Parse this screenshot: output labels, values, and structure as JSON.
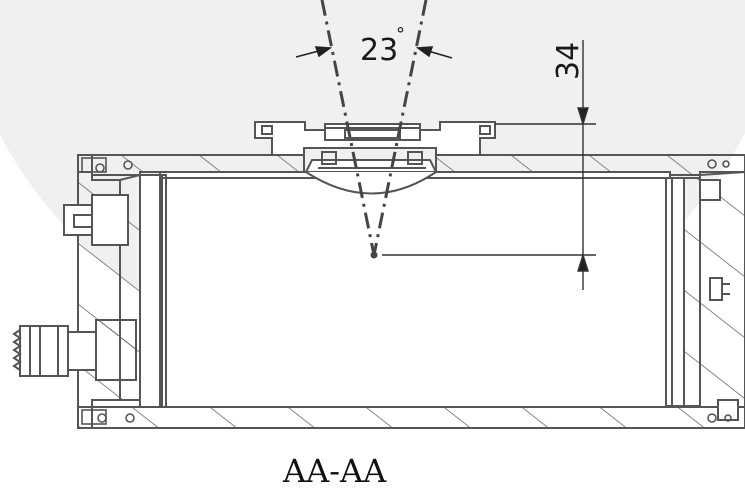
{
  "diagram": {
    "angle_label": "23",
    "angle_unit": "°",
    "dimension_label": "34",
    "section_label": "AA-AA"
  },
  "colors": {
    "background": "#ffffff",
    "backdrop": "#f0f0f0",
    "line": "#555555",
    "text": "#1a1a1a"
  }
}
